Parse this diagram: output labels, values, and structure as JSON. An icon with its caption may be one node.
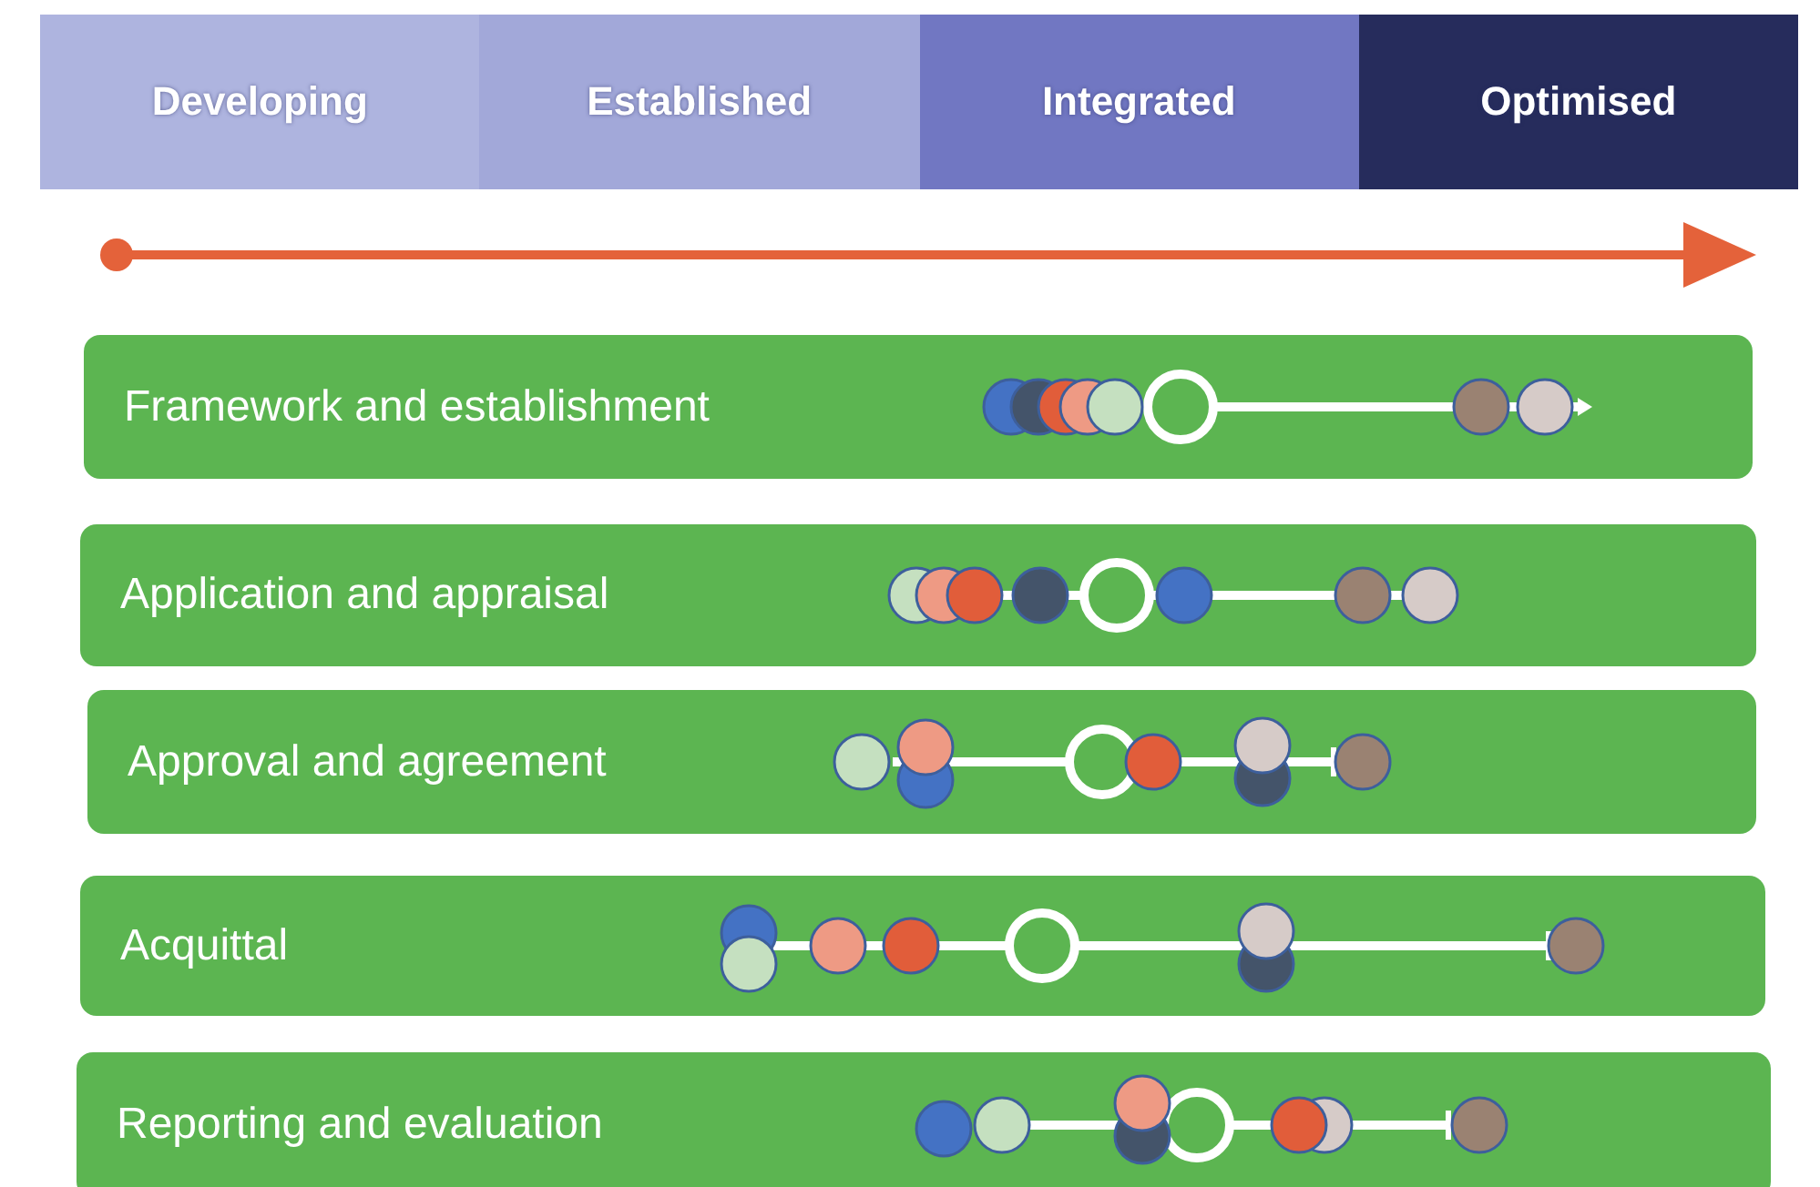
{
  "diagram": {
    "nodes": [
      {
        "text": [
          "Developing"
        ]
      },
      {
        "text": [
          "Established"
        ]
      },
      {
        "text": [
          "Integrated"
        ]
      },
      {
        "text": [
          "Optimised"
        ]
      },
      {
        "text": [
          "Framework and establishment"
        ]
      },
      {
        "text": [
          "Application and appraisal"
        ]
      },
      {
        "text": [
          "Approval and agreement"
        ]
      },
      {
        "text": [
          "Acquittal"
        ]
      },
      {
        "text": [
          "Reporting and evaluation"
        ]
      }
    ]
  }
}
